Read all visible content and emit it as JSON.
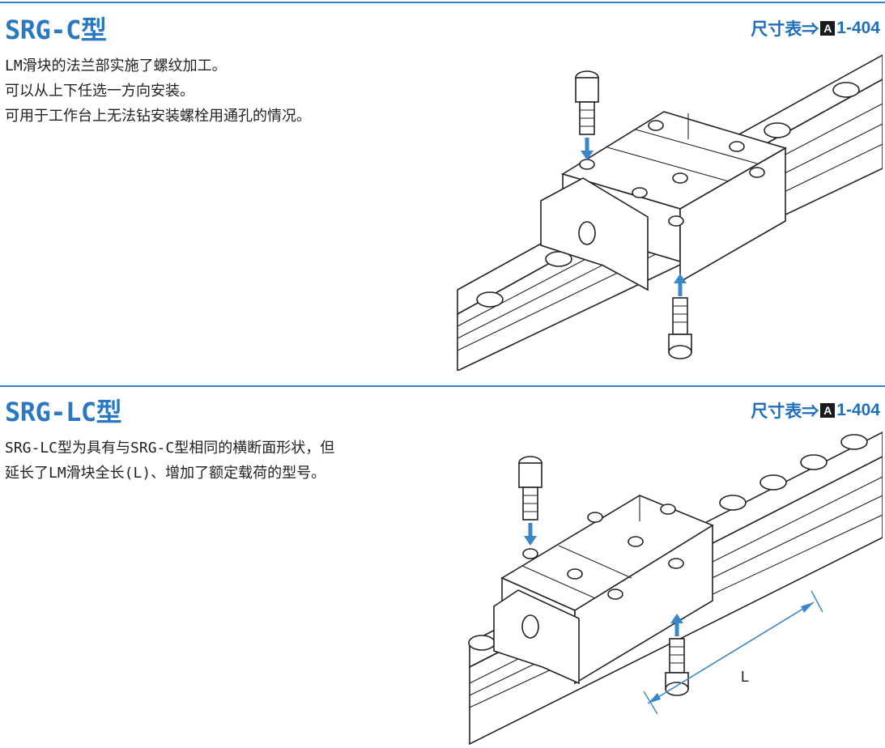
{
  "sections": [
    {
      "title": "SRG-C型",
      "dim_table_label": "尺寸表⇒",
      "badge": "A",
      "page_ref": "1-404",
      "lines": [
        "LM滑块的法兰部实施了螺纹加工。",
        "可以从上下任选一方向安装。",
        "可用于工作台上无法钻安装螺栓用通孔的情况。"
      ]
    },
    {
      "title": "SRG-LC型",
      "dim_table_label": "尺寸表⇒",
      "badge": "A",
      "page_ref": "1-404",
      "lines": [
        "SRG-LC型为具有与SRG-C型相同的横断面形状，但",
        "延长了LM滑块全长(L)、增加了额定载荷的型号。"
      ],
      "dimension_label": "L"
    }
  ],
  "colors": {
    "accent": "#2b78c2",
    "arrow": "#3a86c8"
  }
}
